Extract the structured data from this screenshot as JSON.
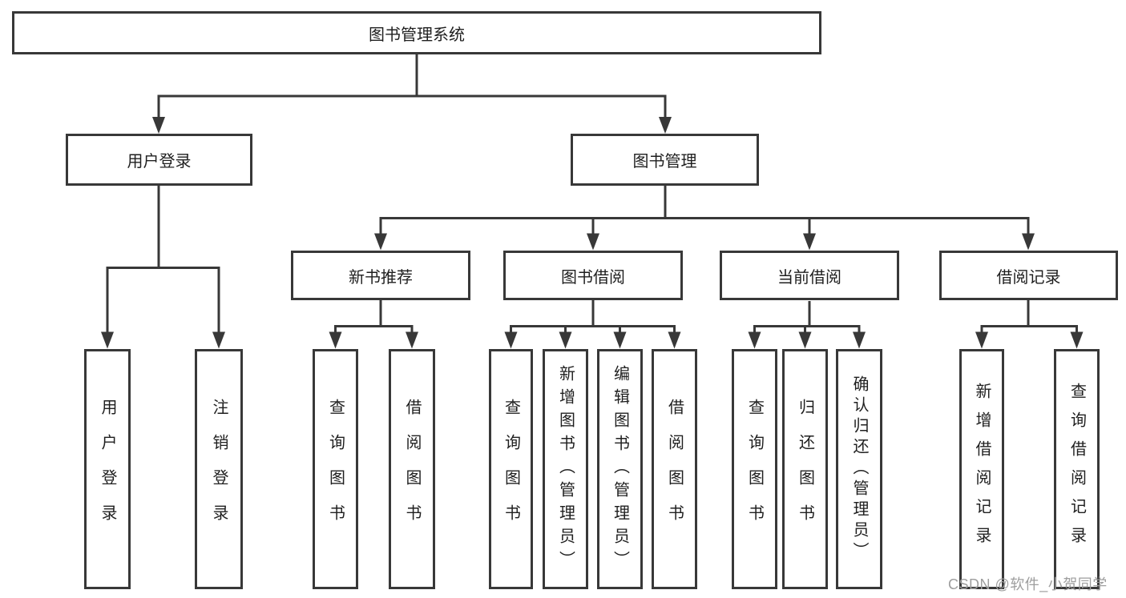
{
  "diagram_type": "hierarchy-tree",
  "tree": {
    "label": "图书管理系统",
    "children": [
      {
        "label": "用户登录",
        "children": [
          {
            "label": "用户登录"
          },
          {
            "label": "注销登录"
          }
        ]
      },
      {
        "label": "图书管理",
        "children": [
          {
            "label": "新书推荐",
            "children": [
              {
                "label": "查询图书"
              },
              {
                "label": "借阅图书"
              }
            ]
          },
          {
            "label": "图书借阅",
            "children": [
              {
                "label": "查询图书"
              },
              {
                "label": "新增图书（管理员）"
              },
              {
                "label": "编辑图书（管理员）"
              },
              {
                "label": "借阅图书"
              }
            ]
          },
          {
            "label": "当前借阅",
            "children": [
              {
                "label": "查询图书"
              },
              {
                "label": "归还图书"
              },
              {
                "label": "确认归还（管理员）"
              }
            ]
          },
          {
            "label": "借阅记录",
            "children": [
              {
                "label": "新增借阅记录"
              },
              {
                "label": "查询借阅记录"
              }
            ]
          }
        ]
      }
    ]
  },
  "watermark": {
    "text": "CSDN @软件_小贺同学"
  },
  "colors": {
    "line": "#383838",
    "text": "#1f1f1f",
    "watermark": "#9e9e9e",
    "background": "#ffffff"
  }
}
